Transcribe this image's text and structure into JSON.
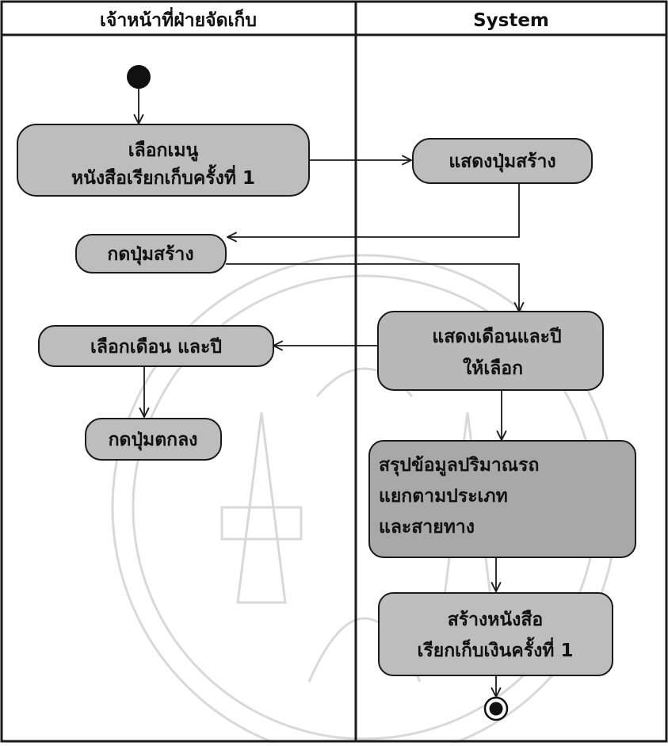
{
  "lanes": {
    "left": "เจ้าหน้าที่ฝ่ายจัดเก็บ",
    "right": "System"
  },
  "nodes": {
    "select_menu": [
      "เลือกเมนู",
      "หนังสือเรียกเก็บครั้งที่ 1"
    ],
    "show_create_button": [
      "แสดงปุ่มสร้าง"
    ],
    "press_create": [
      "กดปุ่มสร้าง"
    ],
    "show_month_year": [
      "แสดงเดือนและปี",
      "ให้เลือก"
    ],
    "select_month_year": [
      "เลือกเดือน และปี"
    ],
    "press_ok": [
      "กดปุ่มตกลง"
    ],
    "summarize": [
      "สรุปข้อมูลปริมาณรถ",
      "แยกตามประเภท",
      "และสายทาง"
    ],
    "create_letter": [
      "สร้างหนังสือ",
      "เรียกเก็บเงินครั้งที่ 1"
    ]
  },
  "colors": {
    "node_fill": "#bdbdbd",
    "node_fill_dark": "#a8a8a8",
    "stroke": "#1a1a1a",
    "watermark": "#d6d6d6"
  },
  "icons": {
    "start": "filled-circle",
    "end": "bullseye-circle",
    "watermark": "university-seal"
  }
}
